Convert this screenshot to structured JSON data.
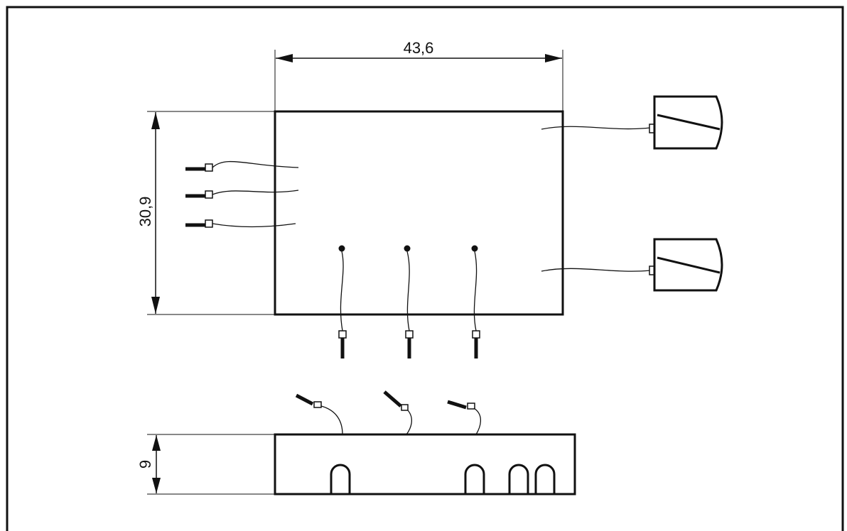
{
  "dimensions": {
    "width": "43,6",
    "height": "30,9",
    "depth": "9"
  },
  "colors": {
    "line": "#111111",
    "background": "#ffffff"
  },
  "components": {
    "top_view": {
      "left_leads": 3,
      "bottom_leads": 3,
      "right_connectors": 2
    },
    "side_view": {
      "top_leads": 3,
      "slots": 4
    }
  }
}
